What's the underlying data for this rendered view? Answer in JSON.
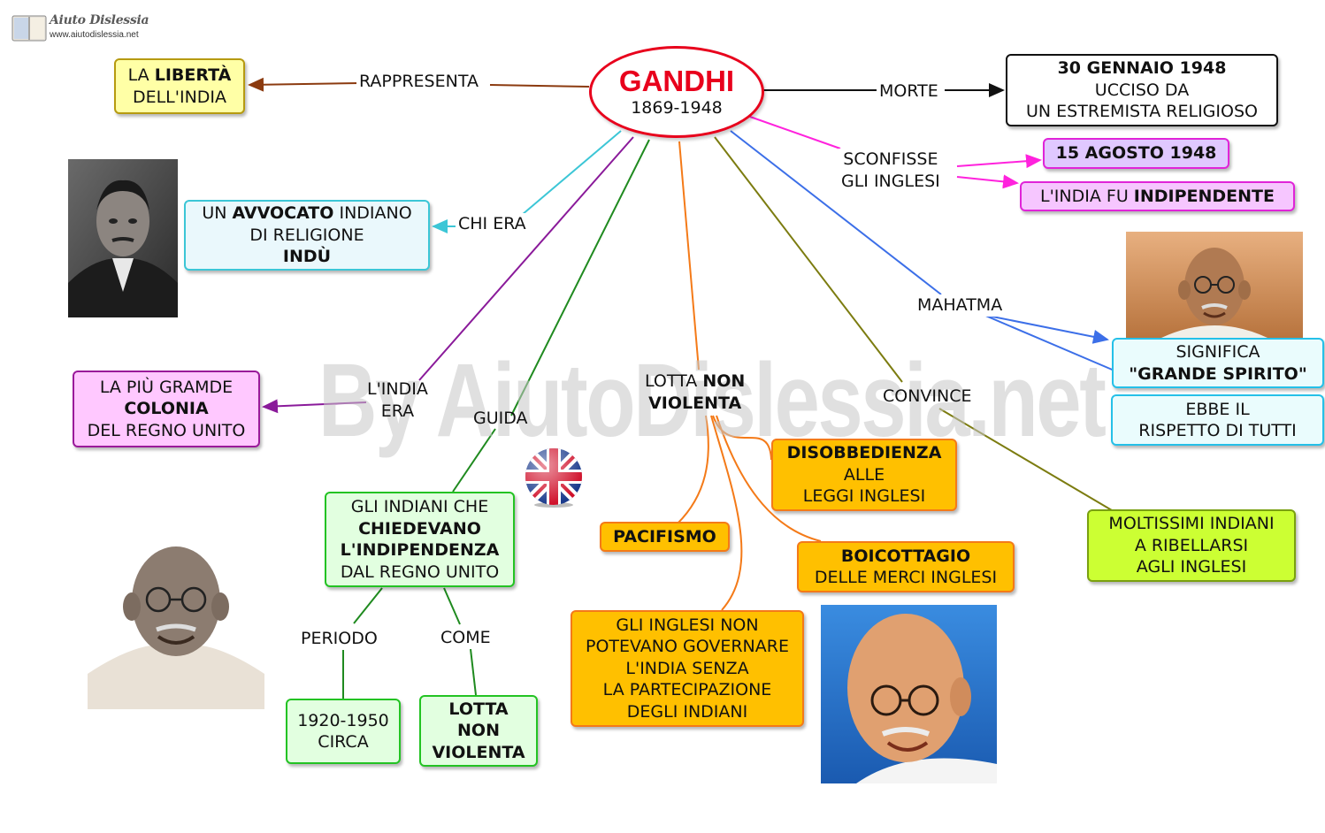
{
  "logo": {
    "name": "Aiuto Dislessia",
    "url": "www.aiutodislessia.net"
  },
  "watermark": "By AiutoDislessia.net",
  "center": {
    "title": "GANDHI",
    "years": "1869-1948"
  },
  "labels": {
    "rappresenta": "RAPPRESENTA",
    "morte": "MORTE",
    "sconfisse_1": "SCONFISSE",
    "sconfisse_2": "GLI INGLESI",
    "chi_era": "CHI ERA",
    "mahatma": "MAHATMA",
    "india_era_1": "L'INDIA",
    "india_era_2": "ERA",
    "guida": "GUIDA",
    "lotta_1": "LOTTA",
    "lotta_2": "NON",
    "lotta_3": "VIOLENTA",
    "convince": "CONVINCE",
    "periodo": "PERIODO",
    "come": "COME"
  },
  "nodes": {
    "liberta": {
      "l1a": "LA ",
      "l1b": "LIBERTÀ",
      "l2": "DELL'INDIA"
    },
    "morte": {
      "l1": "30 GENNAIO 1948",
      "l2": "UCCISO DA",
      "l3": "UN ESTREMISTA RELIGIOSO"
    },
    "agosto": {
      "l1": "15 AGOSTO 1948"
    },
    "indipendente": {
      "l1a": "L'INDIA FU ",
      "l1b": "INDIPENDENTE"
    },
    "avvocato": {
      "l1a": "UN ",
      "l1b": "AVVOCATO",
      "l1c": " INDIANO",
      "l2": "DI RELIGIONE",
      "l3": "INDÙ"
    },
    "significa": {
      "l1": "SIGNIFICA",
      "l2": "\"GRANDE SPIRITO\""
    },
    "rispetto": {
      "l1": "EBBE IL",
      "l2": "RISPETTO DI TUTTI"
    },
    "colonia": {
      "l1": "LA PIÙ GRAMDE",
      "l2": "COLONIA",
      "l3": "DEL REGNO UNITO"
    },
    "disobbedienza": {
      "l1": "DISOBBEDIENZA",
      "l2": "ALLE",
      "l3": "LEGGI INGLESI"
    },
    "pacifismo": {
      "l1": "PACIFISMO"
    },
    "boicottaggio": {
      "l1": "BOICOTTAGIO",
      "l2": "DELLE MERCI INGLESI"
    },
    "indiani": {
      "l1": "GLI INDIANI CHE",
      "l2": "CHIEDEVANO",
      "l3": "L'INDIPENDENZA",
      "l4": "DAL REGNO UNITO"
    },
    "inglesi": {
      "l1": "GLI INGLESI NON",
      "l2": "POTEVANO GOVERNARE",
      "l3": "L'INDIA SENZA",
      "l4": "LA PARTECIPAZIONE",
      "l5": "DEGLI INDIANI"
    },
    "moltissimi": {
      "l1": "MOLTISSIMI INDIANI",
      "l2": "A RIBELLARSI",
      "l3": "AGLI INGLESI"
    },
    "periodo": {
      "l1": "1920-1950",
      "l2": "CIRCA"
    },
    "come": {
      "l1": "LOTTA",
      "l2": "NON",
      "l3": "VIOLENTA"
    }
  },
  "colors": {
    "red": "#e8001c",
    "brown": "#8b3a0f",
    "black": "#111111",
    "magenta": "#ff22dd",
    "cyan": "#3cc6d6",
    "purple": "#8a1a9a",
    "green": "#1f8a1f",
    "orange": "#f47a18",
    "olive": "#7c7c10",
    "blue": "#3c6fe8"
  }
}
